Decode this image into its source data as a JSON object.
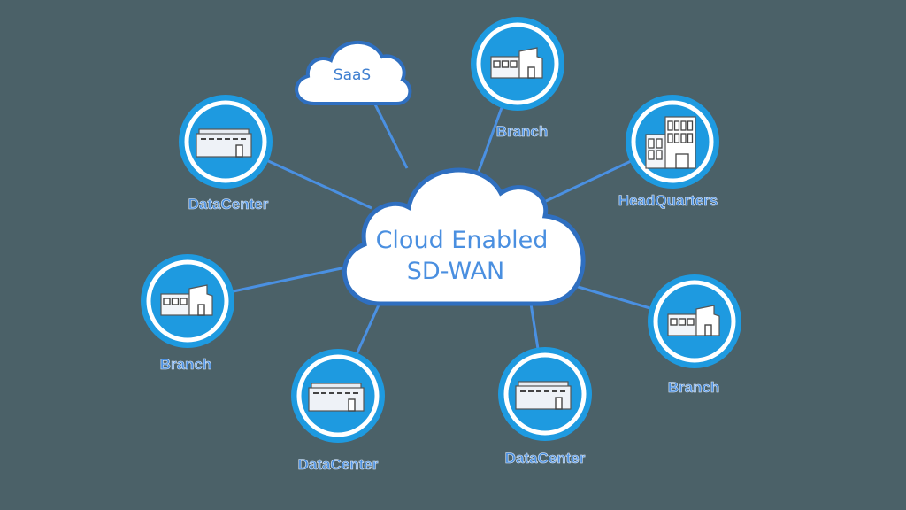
{
  "colors": {
    "background": "#4b6168",
    "accent": "#1e9ae0",
    "line": "#4a90e2",
    "text": "#4a8fe0"
  },
  "center": {
    "line1": "Cloud Enabled",
    "line2": "SD-WAN"
  },
  "saas": {
    "label": "SaaS"
  },
  "nodes": [
    {
      "type": "branch",
      "label": "Branch"
    },
    {
      "type": "datacenter",
      "label": "DataCenter"
    },
    {
      "type": "headquarters",
      "label": "HeadQuarters"
    },
    {
      "type": "branch",
      "label": "Branch"
    },
    {
      "type": "datacenter",
      "label": "DataCenter"
    },
    {
      "type": "datacenter",
      "label": "DataCenter"
    },
    {
      "type": "branch",
      "label": "Branch"
    }
  ]
}
